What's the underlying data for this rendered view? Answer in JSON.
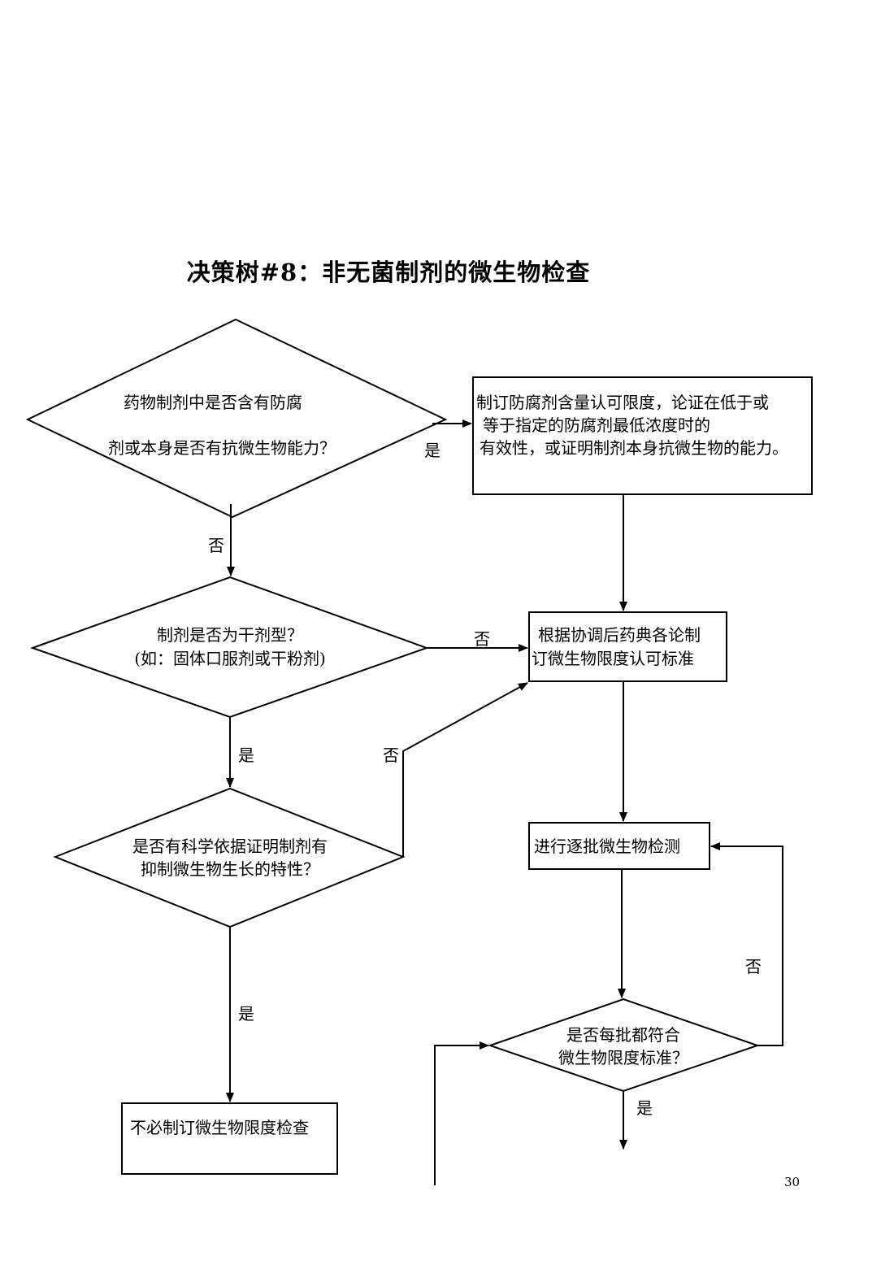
{
  "title": "决策树#8：非无菌制剂的微生物检查",
  "nodes": {
    "q1": {
      "line1": "药物制剂中是否含有防腐",
      "line2": "剂或本身是否有抗微生物能力？"
    },
    "box1": {
      "line1": "制订防腐剂含量认可限度，论证在低于或",
      "line2": "等于指定的防腐剂最低浓度时的",
      "line3": "有效性，或证明制剂本身抗微生物的能力。"
    },
    "q2": {
      "line1": "制剂是否为干剂型？",
      "line2": "(如：固体口服剂或干粉剂)"
    },
    "box2": {
      "line1": "根据协调后药典各论制",
      "line2": "订微生物限度认可标准"
    },
    "q3": {
      "line1": "是否有科学依据证明制剂有",
      "line2": "抑制微生物生长的特性？"
    },
    "box3": {
      "line1": "进行逐批微生物检测"
    },
    "q4": {
      "line1": "是否每批都符合",
      "line2": "微生物限度标准？"
    },
    "box4": {
      "line1": "不必制订微生物限度检查"
    }
  },
  "edges": {
    "q1_yes": "是",
    "q1_no": "否",
    "q2_no": "否",
    "q2_yes": "是",
    "q3_no": "否",
    "q3_yes": "是",
    "q4_no": "否",
    "q4_yes": "是"
  },
  "page_number": "30"
}
